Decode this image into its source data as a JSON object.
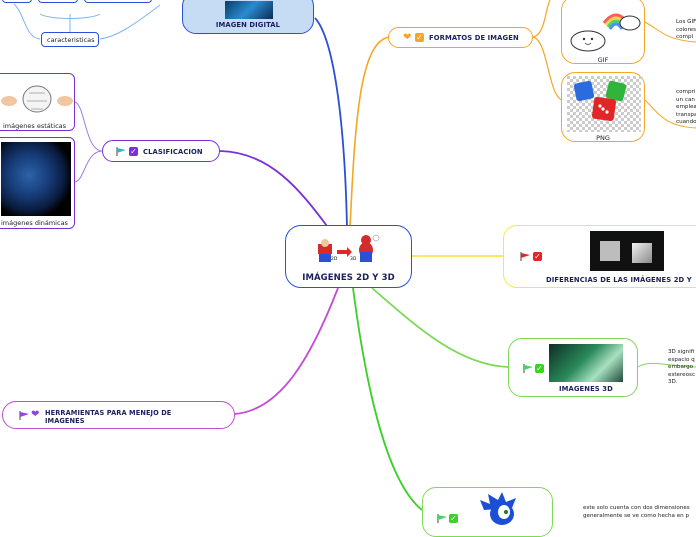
{
  "central": {
    "title": "IMÁGENES 2D Y 3D",
    "label_2d": "2D",
    "label_3d": "3D"
  },
  "imagen_digital": {
    "title": "IMAGEN DIGITAL"
  },
  "caracteristicas": {
    "label": "caracteristicas"
  },
  "formatos": {
    "title": "FORMATOS DE IMAGEN",
    "gif_label": "GIF",
    "png_label": "PNG",
    "gif_note": "Los GIF\ncolores\ncompl",
    "png_note": "compri\nun can\nemplea\ntranspa\ncuando"
  },
  "clasificacion": {
    "title": "CLASIFICACION",
    "estaticas": "imágenes estáticas",
    "dinamicas": "imágenes dinámicas"
  },
  "diferencias": {
    "title": "DIFERENCIAS DE LAS IMÁGENES 2D Y"
  },
  "imagenes3d": {
    "title": "IMAGENES 3D",
    "note": "3D signifi\nespacio q\nembargo \nestereosc\n3D."
  },
  "herramientas": {
    "title": "HERRAMIENTAS PARA MENEJO DE IMAGENES"
  },
  "bottom": {
    "note": "este solo cuenta con dos dimensiones\ngeneralmente se ve como hecha en p"
  },
  "colors": {
    "blue": "#2b4fd6",
    "orange": "#f5a623",
    "purple": "#8e44dd",
    "yellow": "#ffe24d",
    "green": "#7ed957",
    "magenta": "#c44bd6"
  }
}
